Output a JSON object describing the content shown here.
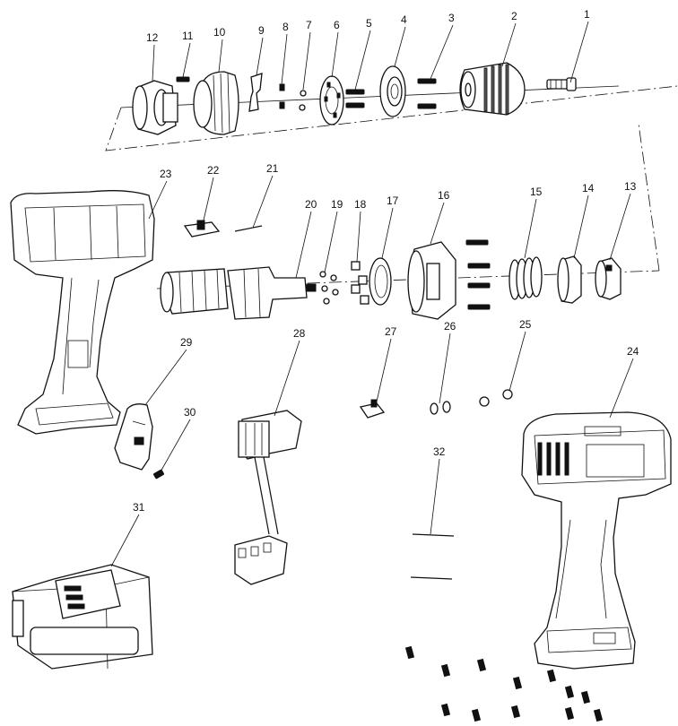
{
  "diagram": {
    "callouts": [
      {
        "id": "1",
        "text": "1"
      },
      {
        "id": "2",
        "text": "2"
      },
      {
        "id": "3",
        "text": "3"
      },
      {
        "id": "4",
        "text": "4"
      },
      {
        "id": "5",
        "text": "5"
      },
      {
        "id": "6",
        "text": "6"
      },
      {
        "id": "7",
        "text": "7"
      },
      {
        "id": "8",
        "text": "8"
      },
      {
        "id": "9",
        "text": "9"
      },
      {
        "id": "10",
        "text": "10"
      },
      {
        "id": "11",
        "text": "11"
      },
      {
        "id": "12",
        "text": "12"
      },
      {
        "id": "13",
        "text": "13"
      },
      {
        "id": "14",
        "text": "14"
      },
      {
        "id": "15",
        "text": "15"
      },
      {
        "id": "16",
        "text": "16"
      },
      {
        "id": "17",
        "text": "17"
      },
      {
        "id": "18",
        "text": "18"
      },
      {
        "id": "19",
        "text": "19"
      },
      {
        "id": "20",
        "text": "20"
      },
      {
        "id": "21",
        "text": "21"
      },
      {
        "id": "22",
        "text": "22"
      },
      {
        "id": "23",
        "text": "23"
      },
      {
        "id": "24",
        "text": "24"
      },
      {
        "id": "25",
        "text": "25"
      },
      {
        "id": "26",
        "text": "26"
      },
      {
        "id": "27",
        "text": "27"
      },
      {
        "id": "28",
        "text": "28"
      },
      {
        "id": "29",
        "text": "29"
      },
      {
        "id": "30",
        "text": "30"
      },
      {
        "id": "31",
        "text": "31"
      },
      {
        "id": "32",
        "text": "32"
      }
    ]
  }
}
